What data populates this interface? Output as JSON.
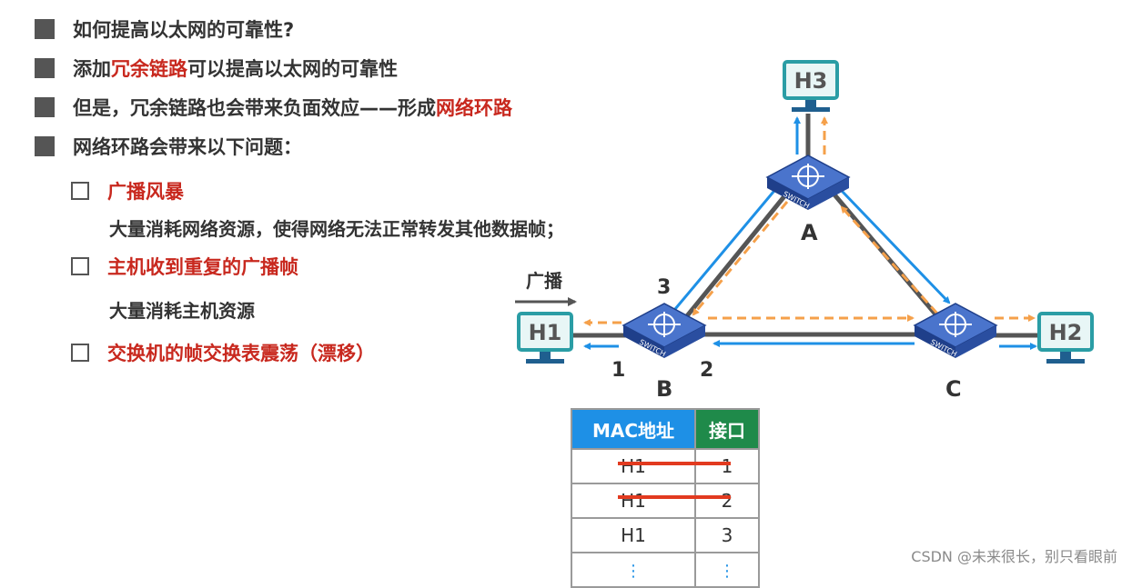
{
  "bullets": [
    {
      "text": "如何提高以太网的可靠性?"
    },
    {
      "prefix": "添加",
      "highlight": "冗余链路",
      "suffix": "可以提高以太网的可靠性"
    },
    {
      "prefix": "但是，冗余链路也会带来负面效应——形成",
      "highlight": "网络环路",
      "suffix": ""
    },
    {
      "text": "网络环路会带来以下问题："
    }
  ],
  "problems": [
    {
      "title": "广播风暴",
      "desc": "大量消耗网络资源，使得网络无法正常转发其他数据帧；"
    },
    {
      "title": "主机收到重复的广播帧",
      "desc": "大量消耗主机资源"
    },
    {
      "title": "交换机的帧交换表震荡（漂移）",
      "desc": ""
    }
  ],
  "diagram": {
    "hosts": {
      "h1": "H1",
      "h2": "H2",
      "h3": "H3"
    },
    "switches": {
      "a": "A",
      "b": "B",
      "c": "C"
    },
    "switch_text": "SWITCH",
    "ports": {
      "p1": "1",
      "p2": "2",
      "p3": "3"
    },
    "broadcast_label": "广播",
    "colors": {
      "blue": "#1e90e6",
      "orange": "#f5a04a",
      "link": "#555555",
      "switch": "#2d55b0"
    }
  },
  "mac_table": {
    "headers": [
      "MAC地址",
      "接口"
    ],
    "rows": [
      {
        "mac": "H1",
        "port": "1",
        "struck": true
      },
      {
        "mac": "H1",
        "port": "2",
        "struck": true
      },
      {
        "mac": "H1",
        "port": "3",
        "struck": false
      },
      {
        "mac": "⋮",
        "port": "⋮",
        "struck": false
      }
    ]
  },
  "watermark": "CSDN @未来很长，别只看眼前"
}
